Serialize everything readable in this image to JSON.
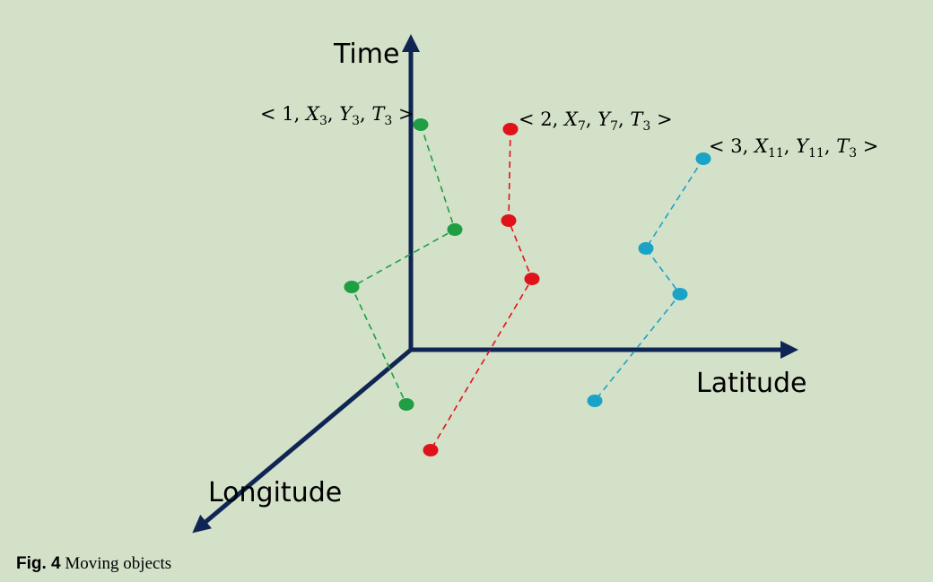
{
  "axes": {
    "time_label": "Time",
    "latitude_label": "Latitude",
    "longitude_label": "Longitude",
    "axis_color": "#0f2553"
  },
  "objects": [
    {
      "id": "1",
      "color": "#1f9e43",
      "label": {
        "prefix": "< 1, ",
        "x": "X",
        "x_sub": "3",
        "y": "Y",
        "y_sub": "3",
        "t": "T",
        "t_sub": "3",
        "suffix": " >"
      }
    },
    {
      "id": "2",
      "color": "#e0121a",
      "label": {
        "prefix": "< 2, ",
        "x": "X",
        "x_sub": "7",
        "y": "Y",
        "y_sub": "7",
        "t": "T",
        "t_sub": "3",
        "suffix": " >"
      }
    },
    {
      "id": "3",
      "color": "#1aa3c6",
      "label": {
        "prefix": "< 3, ",
        "x": "X",
        "x_sub": "11",
        "y": "Y",
        "y_sub": "11",
        "t": "T",
        "t_sub": "3",
        "suffix": " >"
      }
    }
  ],
  "caption": {
    "fig": "Fig. 4",
    "text": " Moving objects"
  }
}
